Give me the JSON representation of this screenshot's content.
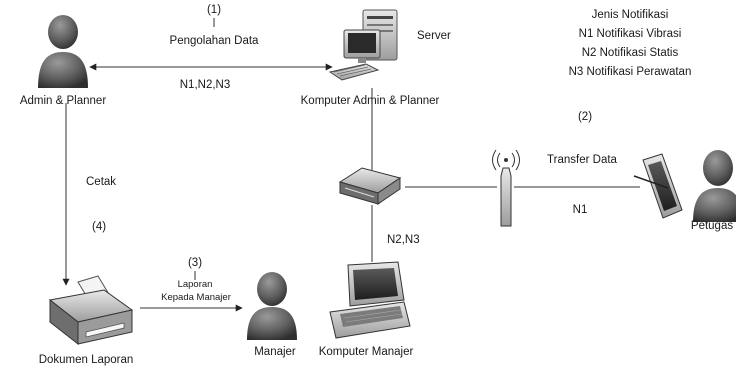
{
  "legend": {
    "title": "Jenis Notifikasi",
    "items": [
      "N1 Notifikasi Vibrasi",
      "N2 Notifikasi Statis",
      "N3 Notifikasi Perawatan"
    ]
  },
  "nodes": {
    "admin": "Admin & Planner",
    "server_label": "Server",
    "computer_admin": "Komputer Admin & Planner",
    "petugas": "Petugas",
    "printer": "Dokumen Laporan",
    "manajer": "Manajer",
    "computer_manajer": "Komputer Manajer"
  },
  "edges": {
    "step1_num": "(1)",
    "step1_text": "Pengolahan Data",
    "n123": "N1,N2,N3",
    "step2_num": "(2)",
    "transfer": "Transfer Data",
    "n1": "N1",
    "n23": "N2,N3",
    "cetak": "Cetak",
    "step4_num": "(4)",
    "step3_num": "(3)",
    "laporan": "Laporan",
    "kepada": "Kepada Manajer"
  }
}
